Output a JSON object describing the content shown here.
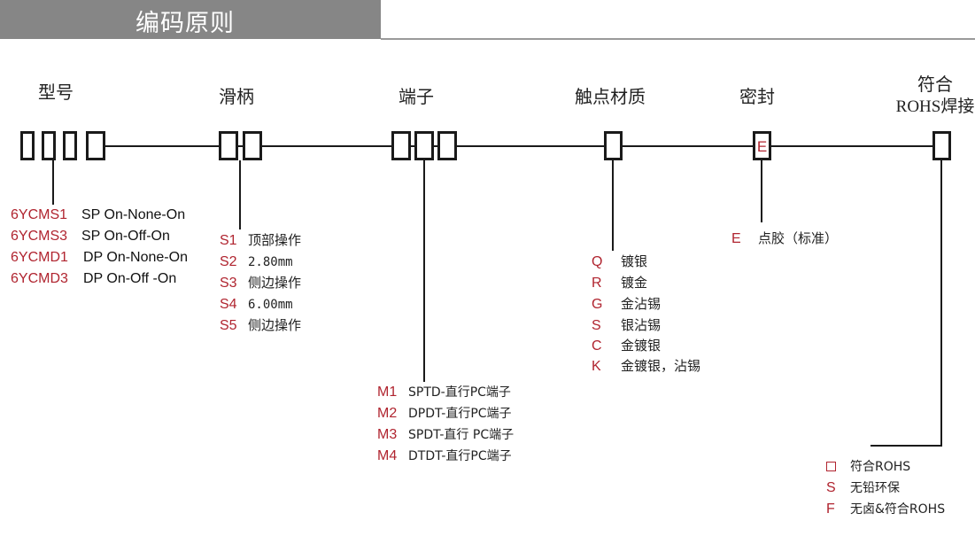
{
  "header": {
    "title": "编码原则"
  },
  "categories": {
    "model": "型号",
    "handle": "滑柄",
    "terminal": "端子",
    "contact": "触点材质",
    "seal": "密封",
    "rohs_line1": "符合",
    "rohs_line2": "ROHS焊接"
  },
  "seal_box_letter": "E",
  "model_options": [
    {
      "code": "6YCMS1",
      "desc": "SP On-None-On"
    },
    {
      "code": "6YCMS3",
      "desc": "SP On-Off-On"
    },
    {
      "code": "6YCMD1",
      "desc": "DP On-None-On"
    },
    {
      "code": "6YCMD3",
      "desc": "DP On-Off -On"
    }
  ],
  "handle_options": [
    {
      "code": "S1",
      "desc": "顶部操作"
    },
    {
      "code": "S2",
      "desc": "2.80mm"
    },
    {
      "code": "S3",
      "desc": "侧边操作"
    },
    {
      "code": "S4",
      "desc": "6.00mm"
    },
    {
      "code": "S5",
      "desc": "侧边操作"
    }
  ],
  "terminal_options": [
    {
      "code": "M1",
      "desc": "SPTD-直行PC端子"
    },
    {
      "code": "M2",
      "desc": "DPDT-直行PC端子"
    },
    {
      "code": "M3",
      "desc": "SPDT-直行 PC端子"
    },
    {
      "code": "M4",
      "desc": "DTDT-直行PC端子"
    }
  ],
  "contact_options": [
    {
      "code": "Q",
      "desc": "镀银"
    },
    {
      "code": "R",
      "desc": "镀金"
    },
    {
      "code": "G",
      "desc": "金沾锡"
    },
    {
      "code": "S",
      "desc": "银沾锡"
    },
    {
      "code": "C",
      "desc": "金镀银"
    },
    {
      "code": "K",
      "desc": "金镀银，沾锡"
    }
  ],
  "seal_options": [
    {
      "code": "E",
      "desc": "点胶（标准）"
    }
  ],
  "rohs_options": [
    {
      "code": "",
      "symbol": "empty-square",
      "desc": "符合ROHS"
    },
    {
      "code": "S",
      "desc": "无铅环保"
    },
    {
      "code": "F",
      "desc": "无卤&符合ROHS"
    }
  ],
  "colors": {
    "accent": "#b0242f",
    "header_bg": "#868686",
    "line": "#1a1a1a"
  }
}
